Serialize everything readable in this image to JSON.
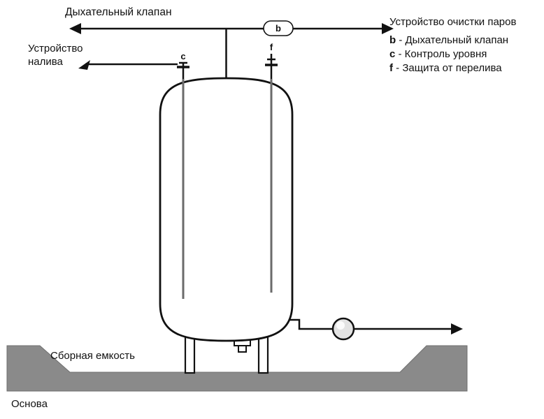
{
  "colors": {
    "line": "#1a1a1a",
    "tube": "#6b6b6b",
    "base_gray": "#8a8a8a",
    "base_edge": "#6f6f6f"
  },
  "labels": {
    "breathing_valve": "Дыхательный клапан",
    "vapor_cleaning": "Устройство очистки паров",
    "collection_tank": "Сборная емкость",
    "foundation": "Основа"
  },
  "filling_device": {
    "line1": "Устройство",
    "line2": "налива"
  },
  "markers": {
    "valve": "b",
    "level_control": "c",
    "overflow_protection": "f"
  },
  "legend": {
    "items": [
      {
        "key": "b",
        "text": "- Дыхательный клапан"
      },
      {
        "key": "c",
        "text": "- Контроль уровня"
      },
      {
        "key": "f",
        "text": "- Защита от перелива"
      }
    ]
  }
}
